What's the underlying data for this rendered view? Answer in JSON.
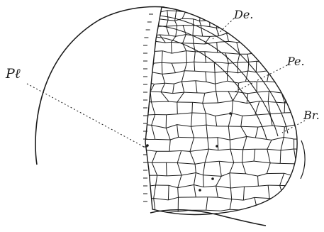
{
  "figure": {
    "labels": {
      "de": "De.",
      "pe": "Pe.",
      "br": "Br.",
      "pl": "Pℓ"
    },
    "ink_color": "#1a1a1a",
    "background": "#ffffff"
  }
}
